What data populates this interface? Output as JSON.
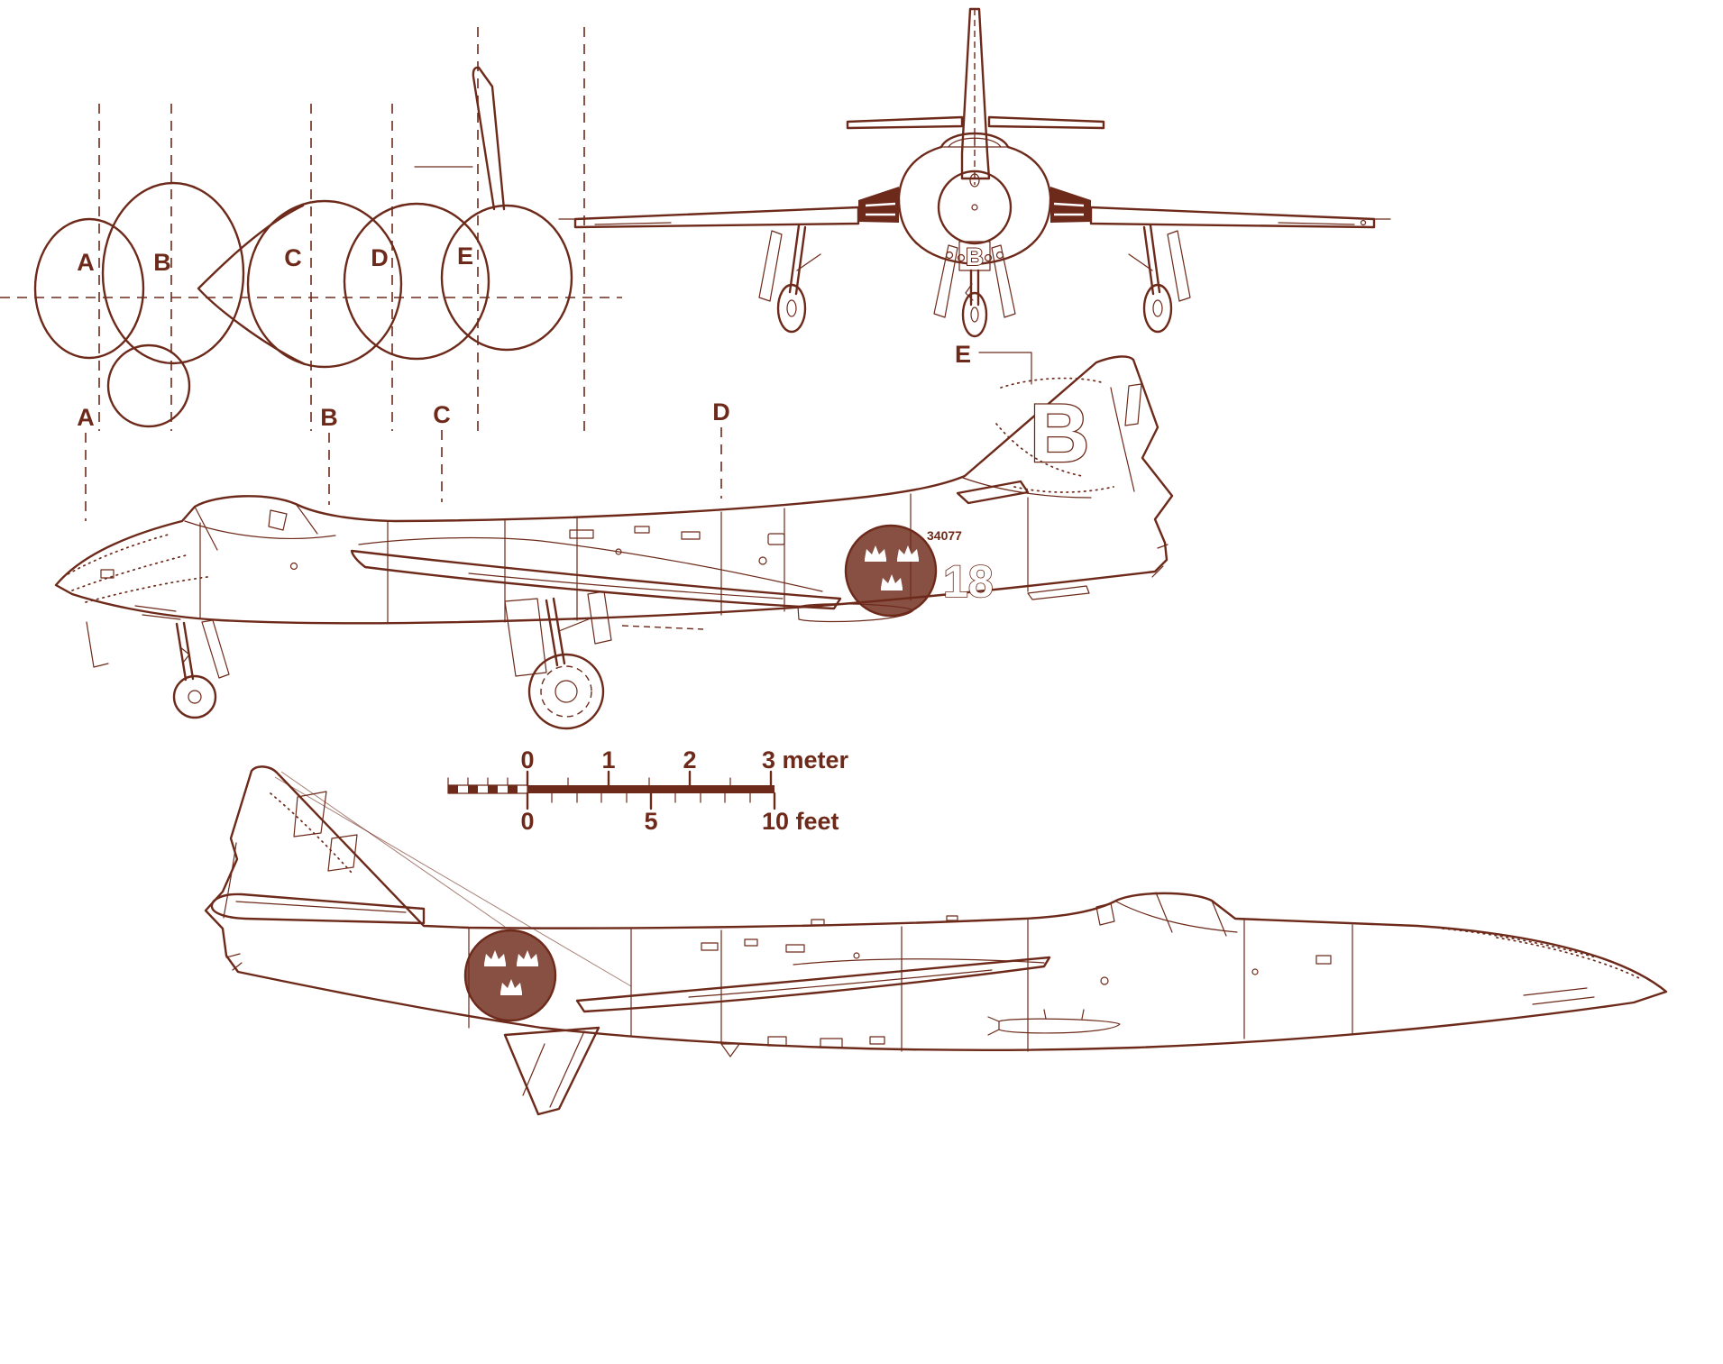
{
  "meta": {
    "title": "Aircraft three-view technical line drawing (Hawker Hunter, Swedish markings)",
    "ink_color": "#6d2a1a",
    "paper_color": "#ffffff"
  },
  "cross_sections": {
    "labels": [
      "A",
      "B",
      "C",
      "D",
      "E"
    ]
  },
  "front_view": {
    "gear_door_letter": "B"
  },
  "side_view_left": {
    "markers": [
      "A",
      "B",
      "C",
      "D"
    ],
    "tail_marker": "E",
    "fin_letter": "B",
    "serial": "34077",
    "unit_number": "18"
  },
  "scale_bar": {
    "meter_labels": [
      "0",
      "1",
      "2",
      "3 meter"
    ],
    "feet_labels": [
      "0",
      "5",
      "10 feet"
    ]
  }
}
